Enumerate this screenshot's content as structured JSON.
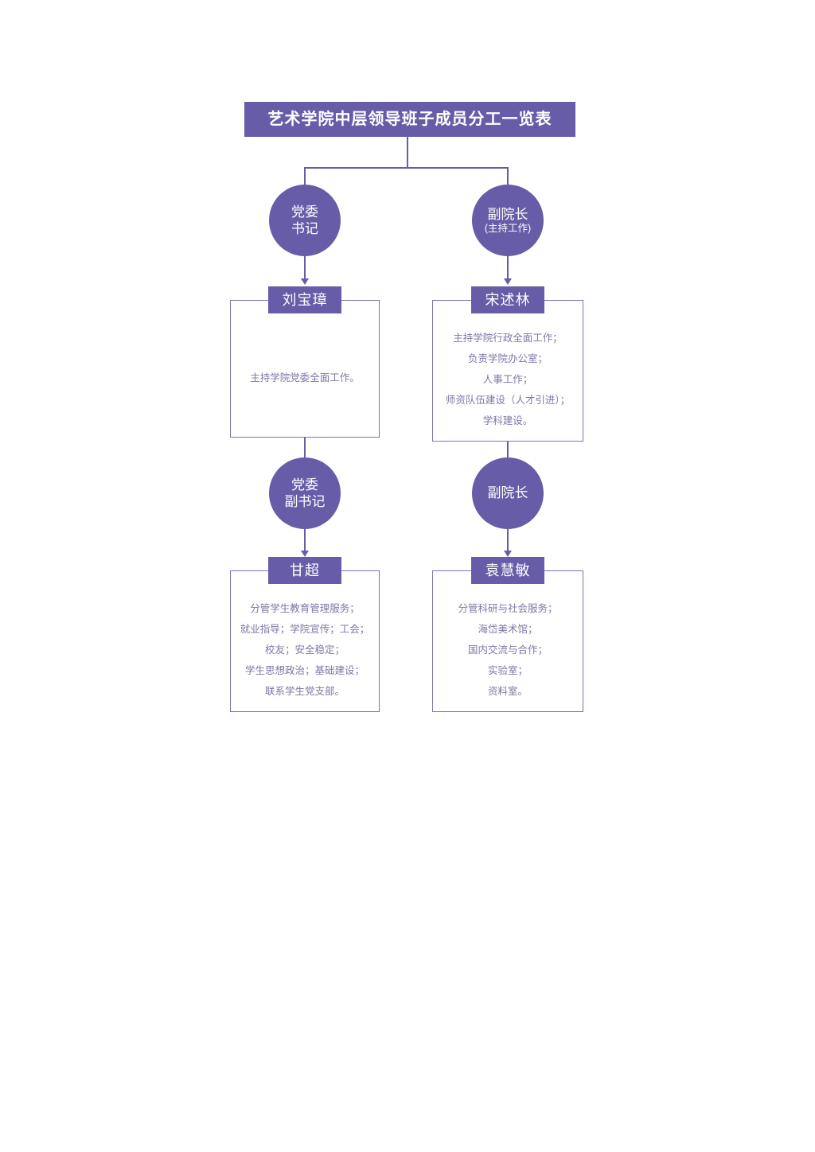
{
  "title": "艺术学院中层领导班子成员分工一览表",
  "colors": {
    "purple": "#675CA8",
    "box_border": "#7C72B4",
    "duty_text": "#7E77A6"
  },
  "org": {
    "secretary": {
      "role_line1": "党委",
      "role_line2": "书记",
      "name": "刘宝璋",
      "duties": [
        "主持学院党委全面工作。"
      ]
    },
    "vice_dean_presiding": {
      "role_line1": "副院长",
      "role_line2": "(主持工作)",
      "name": "宋述林",
      "duties": [
        "主持学院行政全面工作；",
        "负责学院办公室；",
        "人事工作；",
        "师资队伍建设（人才引进）；",
        "学科建设。"
      ]
    },
    "deputy_secretary": {
      "role_line1": "党委",
      "role_line2": "副书记",
      "name": "甘超",
      "duties": [
        "分管学生教育管理服务；",
        "就业指导；学院宣传；工会；",
        "校友；安全稳定；",
        "学生思想政治；基础建设；",
        "联系学生党支部。"
      ]
    },
    "vice_dean": {
      "role_line1": "副院长",
      "name": "袁慧敏",
      "duties": [
        "分管科研与社会服务；",
        "海岱美术馆；",
        "国内交流与合作；",
        "实验室；",
        "资料室。"
      ]
    }
  }
}
